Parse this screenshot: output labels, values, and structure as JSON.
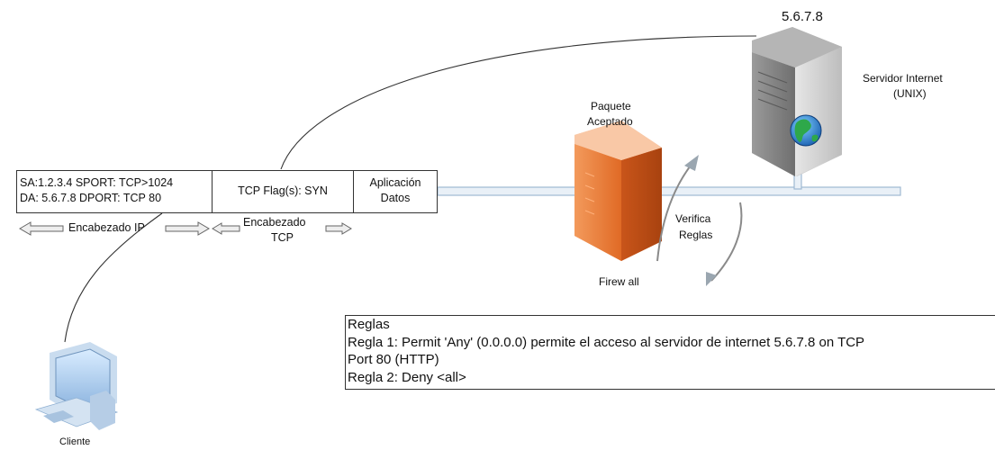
{
  "server": {
    "ip": "5.6.7.8",
    "label_line1": "Servidor Internet",
    "label_line2": "(UNIX)"
  },
  "firewall": {
    "accepted_line1": "Paquete",
    "accepted_line2": "Aceptado",
    "label": "Firew all",
    "verify_line1": "Verifica",
    "verify_line2": "Reglas"
  },
  "packet": {
    "ip_line1": "SA:1.2.3.4 SPORT: TCP>1024",
    "ip_line2": "DA: 5.6.7.8 DPORT: TCP 80",
    "tcp_flags": "TCP Flag(s): SYN",
    "app_line1": "Aplicación",
    "app_line2": "Datos"
  },
  "headers": {
    "ip_header": "Encabezado IP",
    "tcp_line1": "Encabezado",
    "tcp_line2": "TCP"
  },
  "client": {
    "label": "Cliente"
  },
  "rules": {
    "title": "Reglas",
    "rule1_line1": "Regla 1: Permit 'Any' (0.0.0.0) permite el acceso al servidor de internet  5.6.7.8 on TCP",
    "rule1_line2": "Port 80 (HTTP)",
    "rule2": "Regla 2: Deny <all>"
  },
  "colors": {
    "network_line": "#b8cde0",
    "firewall_orange": "#ee7a35",
    "server_gray": "#7f7f7f",
    "arrow_gray": "#8a8a8a"
  }
}
